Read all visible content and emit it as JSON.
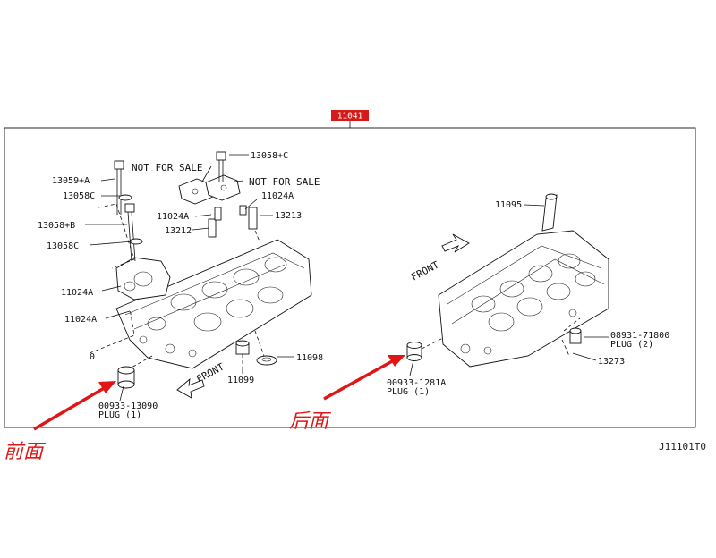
{
  "header": {
    "main_part_number": "11041",
    "diagram_code": "J11101T0"
  },
  "colors": {
    "header_badge": "#d51a1a",
    "annotation_red": "#e01616",
    "line": "#111111"
  },
  "labels": {
    "p13059a": "13059+A",
    "p13058c_top": "13058C",
    "p13058b": "13058+B",
    "p13058c_bottom": "13058C",
    "p11024a_left1": "11024A",
    "p11024a_left2": "11024A",
    "p11024a_mid": "11024A",
    "p13212": "13212",
    "p13058c_right": "13058+C",
    "p11024a_right": "11024A",
    "p13213": "13213",
    "p11098": "11098",
    "p11099": "11099",
    "plug_front_num": "00933-13090",
    "plug_front_desc": "PLUG (1)",
    "p11095": "11095",
    "plug_rear_num": "00933-1281A",
    "plug_rear_desc": "PLUG (1)",
    "plug2_num": "08931-71800",
    "plug2_desc": "PLUG (2)",
    "p13273": "13273",
    "not_for_sale_1": "NOT FOR SALE",
    "not_for_sale_2": "NOT FOR SALE",
    "front_arrow_left": "FRONT",
    "front_arrow_right": "FRONT",
    "zero_marker": "0"
  },
  "annotations": {
    "front_side": "前面",
    "rear_side": "后面"
  }
}
